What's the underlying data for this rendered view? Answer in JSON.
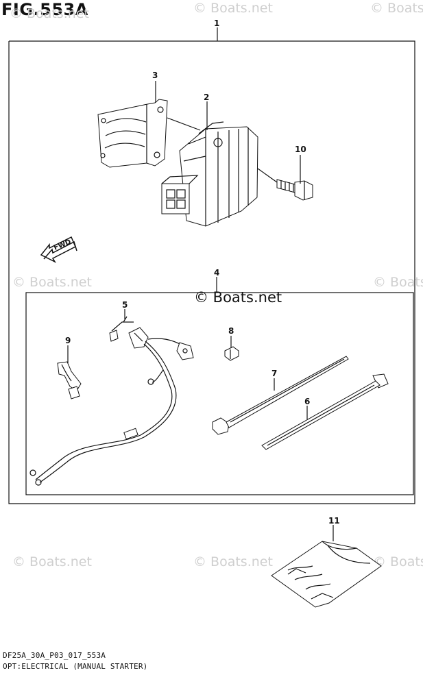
{
  "figure_title": "FIG.553A",
  "footer": {
    "code": "DF25A_30A_P03_017_553A",
    "caption": "OPT:ELECTRICAL (MANUAL STARTER)"
  },
  "watermark": {
    "faint_text": "© Boats.net",
    "center_text": "© Boats.net"
  },
  "fwd_label": "FWD",
  "callouts": [
    "1",
    "2",
    "3",
    "4",
    "5",
    "6",
    "7",
    "8",
    "9",
    "10",
    "11"
  ],
  "colors": {
    "line": "#111111",
    "watermark": "#cfcfcf",
    "background": "#ffffff"
  }
}
